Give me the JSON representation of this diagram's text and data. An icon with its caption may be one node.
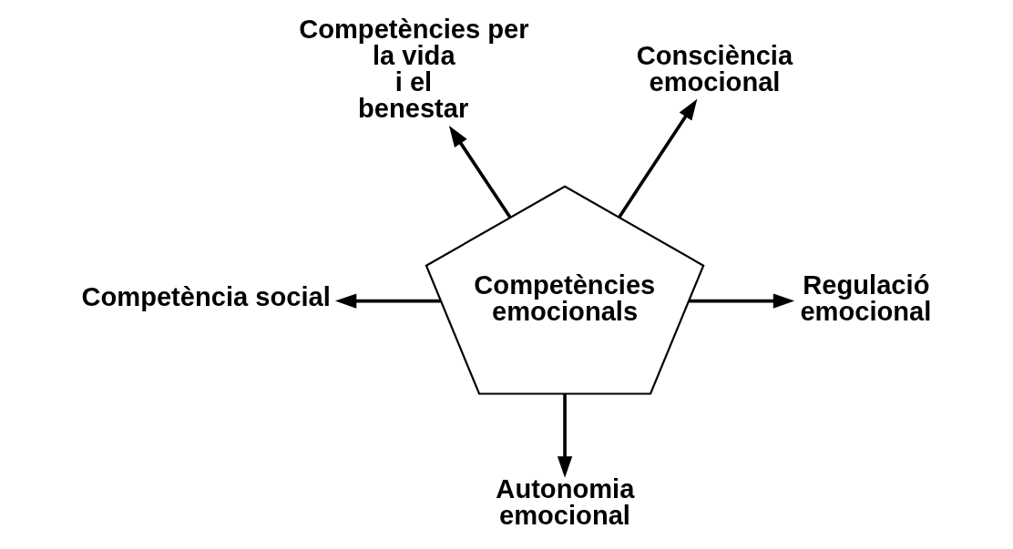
{
  "diagram": {
    "nodes": [
      {
        "text": [
          "Competències per la vida i el benestar"
        ]
      },
      {
        "text": [
          "Consciència emocional"
        ]
      },
      {
        "text": [
          "Competències emocionals"
        ]
      },
      {
        "text": [
          "Competència social"
        ]
      },
      {
        "text": [
          "Regulació emocional"
        ]
      },
      {
        "text": [
          "Autonomia emocional"
        ]
      }
    ],
    "edges": [
      {
        "from": 2,
        "to": 0,
        "arrow": "to"
      },
      {
        "from": 2,
        "to": 1,
        "arrow": "to"
      },
      {
        "from": 2,
        "to": 3,
        "arrow": "to"
      },
      {
        "from": 2,
        "to": 4,
        "arrow": "to"
      },
      {
        "from": 2,
        "to": 5,
        "arrow": "to"
      }
    ]
  }
}
